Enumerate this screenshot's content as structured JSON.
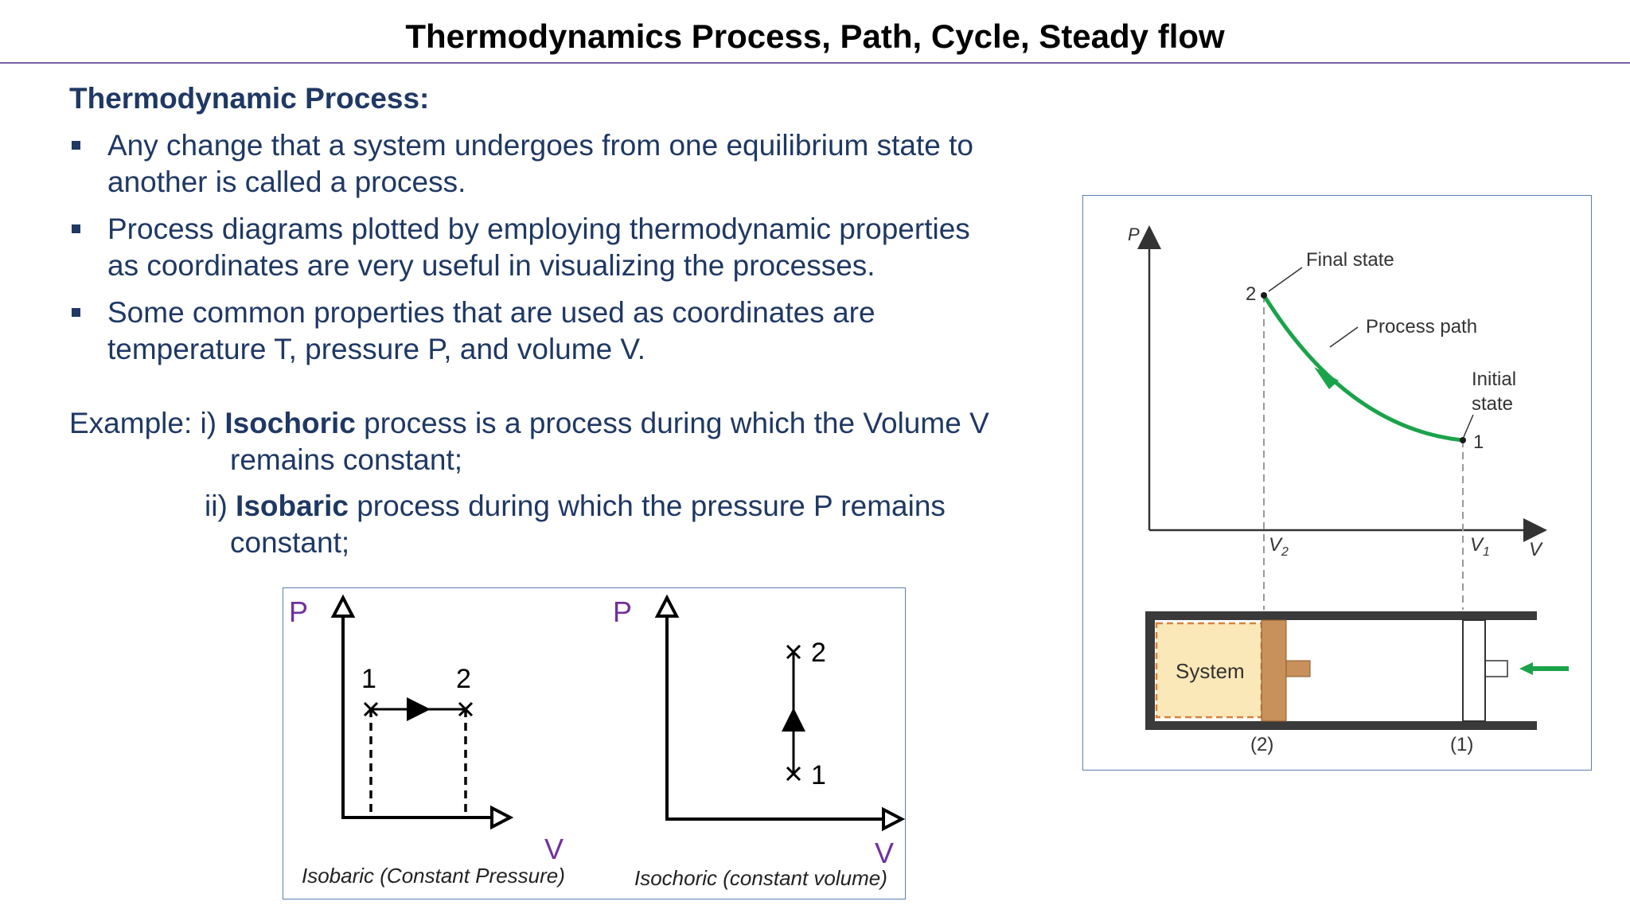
{
  "slide": {
    "title": "Thermodynamics Process, Path, Cycle, Steady flow",
    "heading": "Thermodynamic Process:",
    "bullets": [
      {
        "line1": "Any change that a system undergoes from one equilibrium state to",
        "line2": "another is called a process."
      },
      {
        "line1": "Process diagrams plotted by employing thermodynamic properties",
        "line2": "as coordinates are very useful in visualizing the processes."
      },
      {
        "line1": "Some common properties that are used as coordinates are",
        "line2": "temperature T, pressure P, and volume V."
      }
    ],
    "example": {
      "prefix": "Example: i) ",
      "item1_term": "Isochoric",
      "item1_rest": " process is a process during which the Volume V",
      "item1_cont": "remains constant;",
      "item2_prefix": "ii) ",
      "item2_term": "Isobaric",
      "item2_rest": " process during which the pressure P remains",
      "item2_cont": "constant;"
    }
  },
  "process_diagram": {
    "axis_y": "P",
    "axis_x": "V",
    "final_state": "Final state",
    "process_path": "Process path",
    "initial_state_1": "Initial",
    "initial_state_2": "state",
    "point_2": "2",
    "point_1": "1",
    "v2_label": "V",
    "v2_sub": "2",
    "v1_label": "V",
    "v1_sub": "1",
    "system_label": "System",
    "pos_2": "(2)",
    "pos_1": "(1)",
    "path_color": "#1aa34a",
    "piston_color": "#c8905a"
  },
  "isobaric_diagram": {
    "axis_y": "P",
    "axis_x": "V",
    "point_1": "1",
    "point_2": "2",
    "caption": "Isobaric (Constant Pressure)"
  },
  "isochoric_diagram": {
    "axis_y": "P",
    "axis_x": "V",
    "point_1": "1",
    "point_2": "2",
    "caption": "Isochoric (constant volume)"
  },
  "colors": {
    "text": "#1f3864",
    "axis_letter": "#7030a0",
    "rule": "#7b5ea7"
  }
}
